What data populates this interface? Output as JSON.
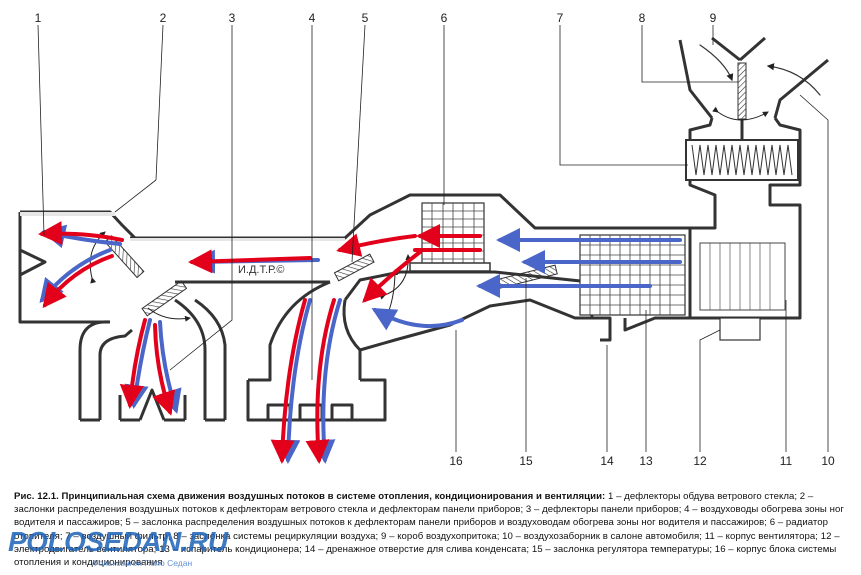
{
  "callouts": [
    "1",
    "2",
    "3",
    "4",
    "5",
    "6",
    "7",
    "8",
    "9",
    "10",
    "11",
    "12",
    "13",
    "14",
    "15",
    "16"
  ],
  "watermark": "И.Д.Т.Р.©",
  "caption": {
    "title": "Рис. 12.1. Принципиальная схема движения воздушных потоков в системе отопления, кондиционирования и вентиляции:",
    "body": " 1 – дефлекторы обдува ветрового стекла; 2 – заслонки распределения воздушных потоков к дефлекторам ветрового стекла и дефлекторам панели приборов; 3 – дефлекторы панели приборов; 4 – воздуховоды обогрева зоны ног водителя и пассажиров; 5 – заслонка распределения воздушных потоков к дефлекторам панели приборов и воздуховодам обогрева зоны ног водителя и пассажиров; 6 – радиатор отопителя; 7 – воздушный фильтр; 8 – заслонка системы рециркуляции воздуха; 9 – короб воздухопритока; 10 – воздухозаборник в салоне автомобиля; 11 – корпус вентилятора; 12 – электродвигатель вентилятора; 13 – испаритель кондиционера; 14 – дренажное отверстие для слива конденсата; 15 – заслонка регулятора температуры; 16 – корпус блока системы отопления и кондиционирования"
  },
  "brand": {
    "name": "POLOSEDAN.RU",
    "subtitle": "Фольксваген Поло Седан"
  },
  "colors": {
    "warm": "#e3001b",
    "cool": "#4a66c8",
    "line": "#333333",
    "fill": "#e6e6e6"
  }
}
